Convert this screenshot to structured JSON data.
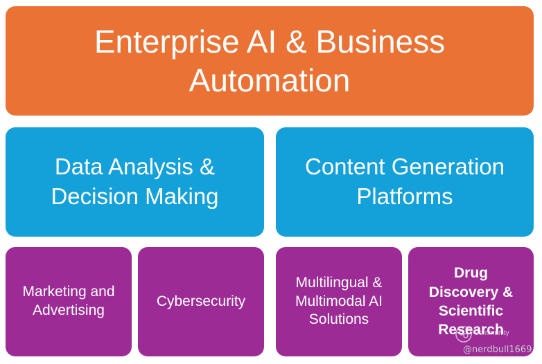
{
  "diagram": {
    "top": {
      "line1": "Enterprise AI & Business",
      "line2": "Automation"
    },
    "middle": [
      {
        "line1": "Data Analysis &",
        "line2": "Decision Making"
      },
      {
        "line1": "Content Generation",
        "line2": "Platforms"
      }
    ],
    "leaves": [
      {
        "lines": [
          "Marketing and",
          "Advertising"
        ]
      },
      {
        "lines": [
          "Cybersecurity"
        ]
      },
      {
        "lines": [
          "Multilingual &",
          "Multimodal AI",
          "Solutions"
        ]
      },
      {
        "lines": [
          "Drug",
          "Discovery &",
          "Scientific",
          "Research"
        ]
      }
    ]
  },
  "colors": {
    "top": "#ea7234",
    "middle": "#14a0d8",
    "leaves": "#9c2b96"
  },
  "watermark": {
    "text": "Community",
    "handle": "@nerdbull1669"
  }
}
